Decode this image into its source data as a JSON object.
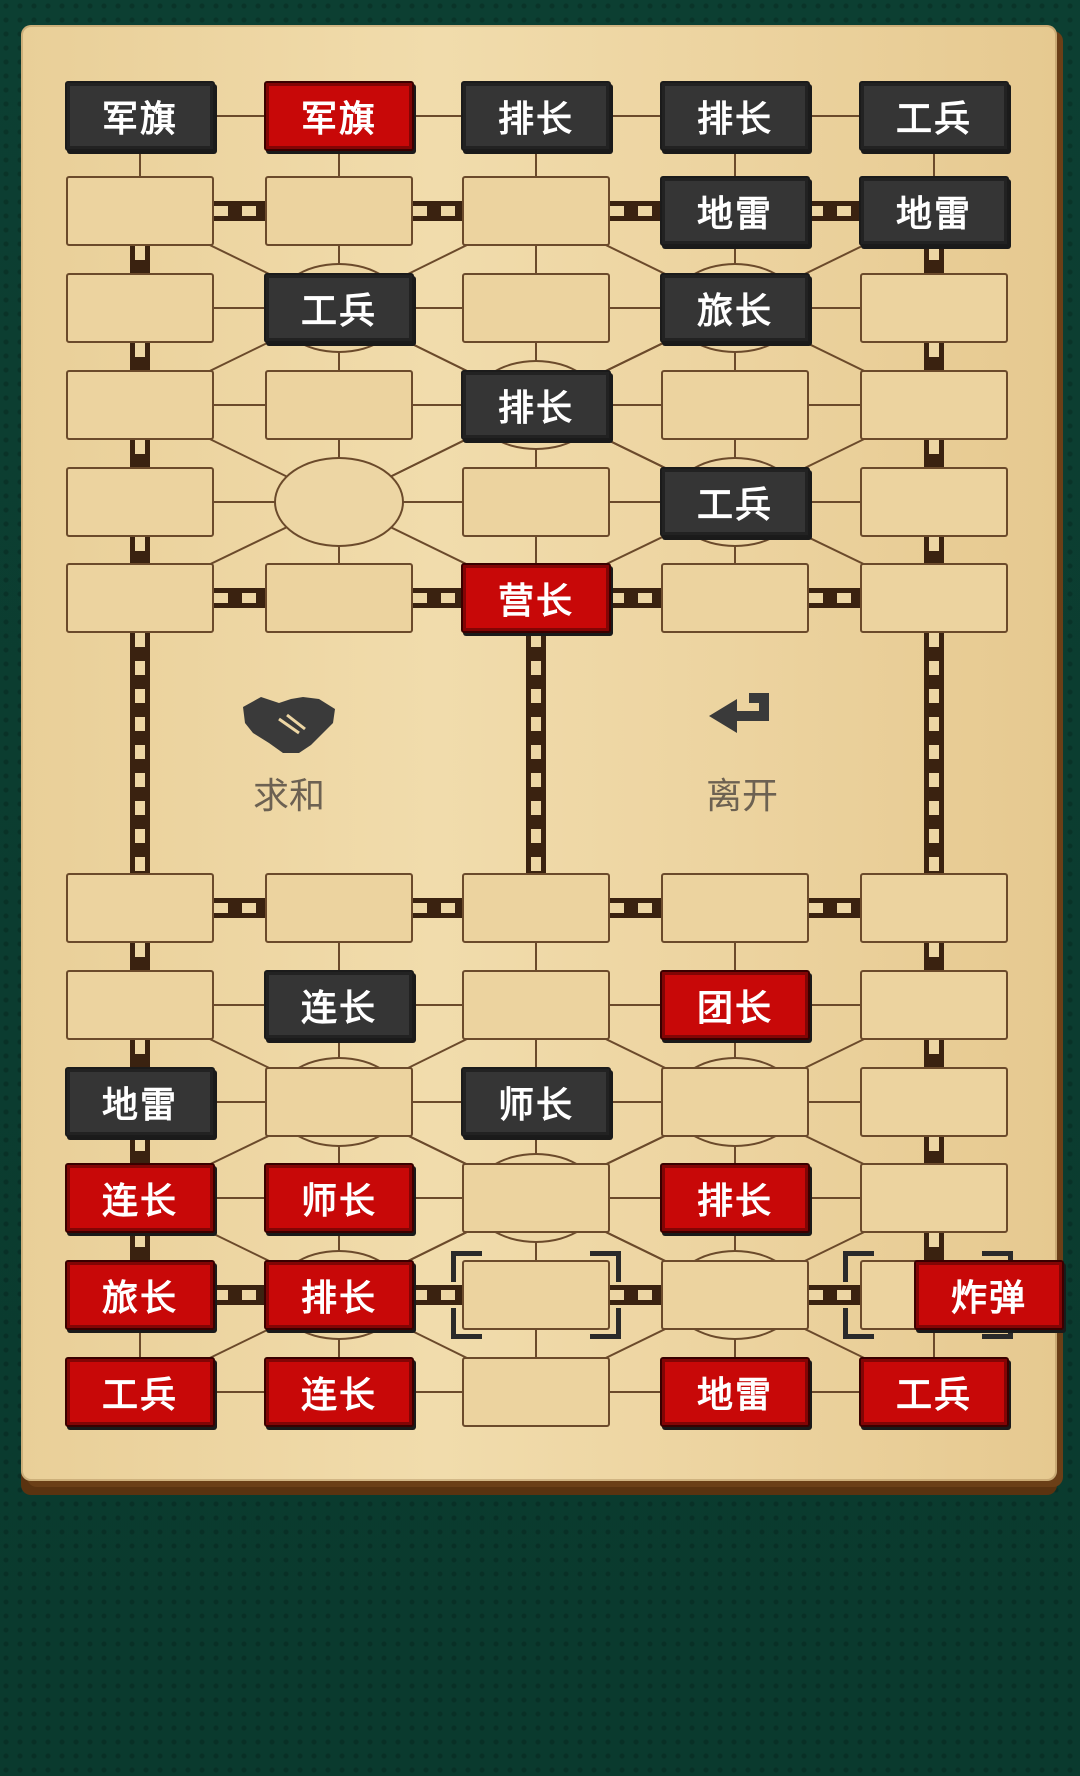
{
  "colors": {
    "red_side": "#c80808",
    "black_side": "#353535",
    "background": "#0c3f32",
    "board": "#ecd39f"
  },
  "actions": {
    "offer_draw": {
      "label": "求和",
      "icon": "handshake-icon"
    },
    "leave": {
      "label": "离开",
      "icon": "return-arrow-icon"
    }
  },
  "pieces": [
    {
      "label": "军旗",
      "side": "black",
      "col": 1,
      "row": 1
    },
    {
      "label": "军旗",
      "side": "red",
      "col": 2,
      "row": 1
    },
    {
      "label": "排长",
      "side": "black",
      "col": 3,
      "row": 1
    },
    {
      "label": "排长",
      "side": "black",
      "col": 4,
      "row": 1
    },
    {
      "label": "工兵",
      "side": "black",
      "col": 5,
      "row": 1
    },
    {
      "label": "地雷",
      "side": "black",
      "col": 4,
      "row": 2
    },
    {
      "label": "地雷",
      "side": "black",
      "col": 5,
      "row": 2
    },
    {
      "label": "工兵",
      "side": "black",
      "col": 2,
      "row": 3
    },
    {
      "label": "旅长",
      "side": "black",
      "col": 4,
      "row": 3
    },
    {
      "label": "排长",
      "side": "black",
      "col": 3,
      "row": 4
    },
    {
      "label": "工兵",
      "side": "black",
      "col": 4,
      "row": 5
    },
    {
      "label": "营长",
      "side": "red",
      "col": 3,
      "row": 6
    },
    {
      "label": "连长",
      "side": "black",
      "col": 2,
      "row": 8
    },
    {
      "label": "团长",
      "side": "red",
      "col": 4,
      "row": 8
    },
    {
      "label": "地雷",
      "side": "black",
      "col": 1,
      "row": 9
    },
    {
      "label": "师长",
      "side": "black",
      "col": 3,
      "row": 9
    },
    {
      "label": "连长",
      "side": "red",
      "col": 1,
      "row": 10
    },
    {
      "label": "师长",
      "side": "red",
      "col": 2,
      "row": 10
    },
    {
      "label": "排长",
      "side": "red",
      "col": 4,
      "row": 10
    },
    {
      "label": "旅长",
      "side": "red",
      "col": 1,
      "row": 11
    },
    {
      "label": "排长",
      "side": "red",
      "col": 2,
      "row": 11
    },
    {
      "label": "炸弹",
      "side": "red",
      "col": 5,
      "row": 11,
      "moving": true
    },
    {
      "label": "工兵",
      "side": "red",
      "col": 1,
      "row": 12
    },
    {
      "label": "连长",
      "side": "red",
      "col": 2,
      "row": 12
    },
    {
      "label": "地雷",
      "side": "red",
      "col": 4,
      "row": 12
    },
    {
      "label": "工兵",
      "side": "red",
      "col": 5,
      "row": 12
    }
  ]
}
